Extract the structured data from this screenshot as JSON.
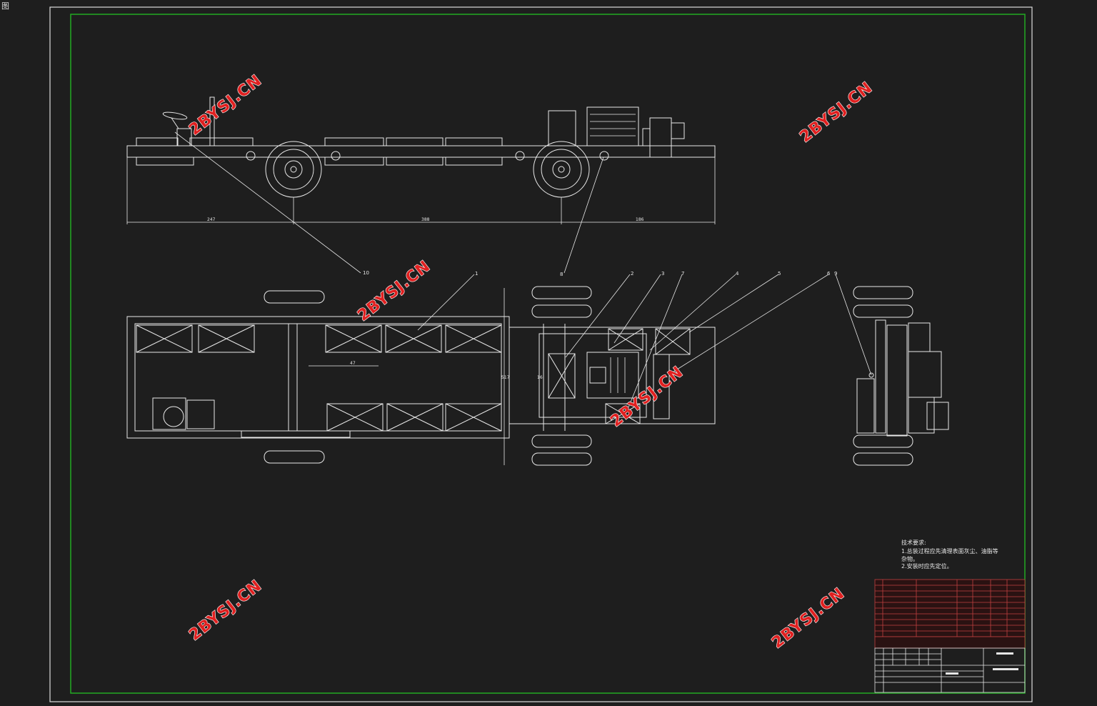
{
  "window": {
    "corner_label": "图"
  },
  "watermark": "2BYSJ.CN",
  "dimensions": {
    "front_left": "247",
    "front_mid": "388",
    "front_right": "186",
    "plan_width": "517",
    "plan_inner": "47",
    "plan_track": "16"
  },
  "leaders": [
    "1",
    "2",
    "3",
    "7",
    "4",
    "5",
    "6",
    "9",
    "8",
    "10"
  ],
  "tech_notes": {
    "title": "技术要求:",
    "line1": "1.总装过程应先清理表面灰尘、油脂等",
    "line2": "杂物。",
    "line3": "2.安装时应先定位。"
  },
  "colors": {
    "frame_green": "#22aa22",
    "frame_white": "#dddddd",
    "background": "#1e1e1e",
    "watermark_red": "#e02020"
  }
}
